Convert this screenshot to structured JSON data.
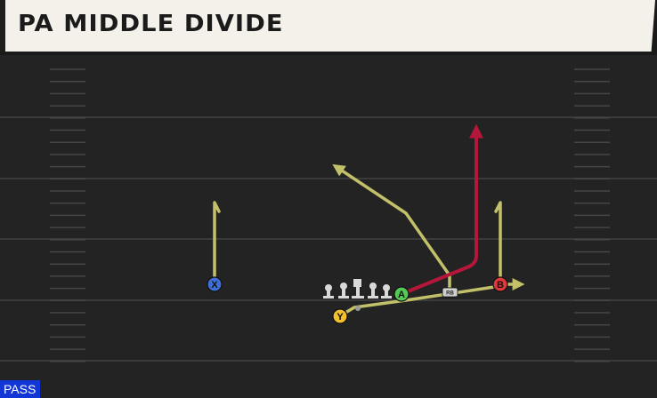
{
  "play": {
    "title": "PA MIDDLE DIVIDE",
    "type_badge": "PASS"
  },
  "players": {
    "x": {
      "label": "X",
      "color": "#3f6fd6"
    },
    "y": {
      "label": "Y",
      "color": "#f2c12e"
    },
    "a": {
      "label": "A",
      "color": "#55c956"
    },
    "b": {
      "label": "B",
      "color": "#e0383b"
    },
    "rb": {
      "label": "RB",
      "color": "#cfcfcf"
    }
  },
  "colors": {
    "route_default": "#c2c16a",
    "route_primary": "#b5173a",
    "field": "#232323",
    "yard_line": "#3a3a3a",
    "hash": "#464646",
    "lineman": "#d9d9d9",
    "badge": "#1237d6"
  }
}
